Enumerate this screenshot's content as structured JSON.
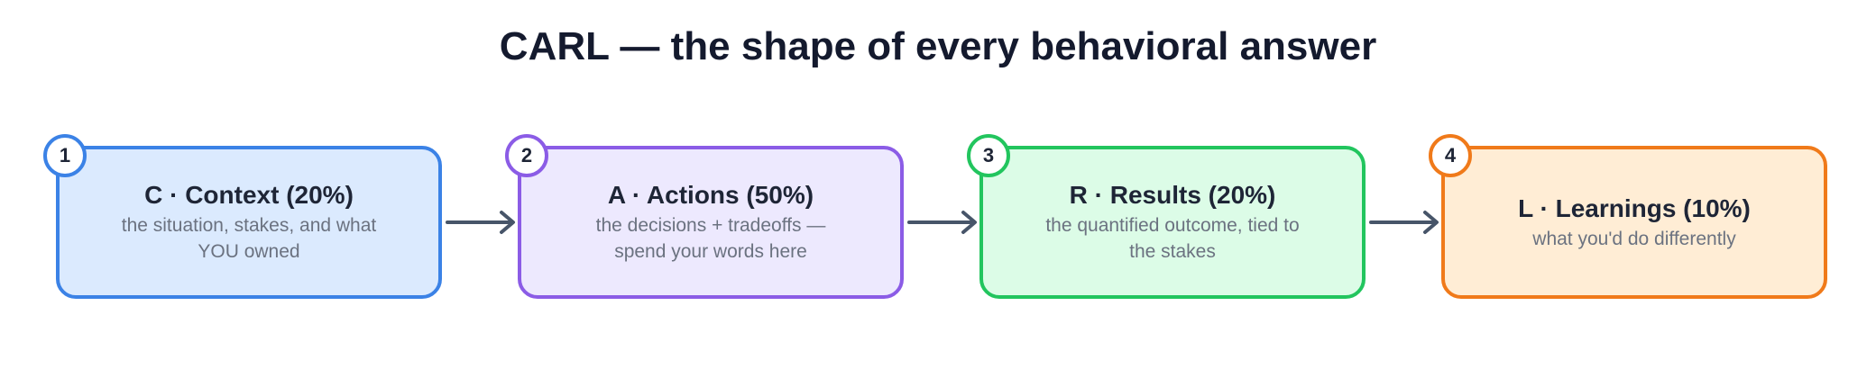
{
  "title": "CARL — the shape of every behavioral answer",
  "colors": {
    "text_dark": "#1e2536",
    "text_muted": "#6b7280",
    "arrow": "#475569"
  },
  "steps": [
    {
      "number": "1",
      "heading": "C · Context (20%)",
      "description": "the situation, stakes, and what YOU owned",
      "border_color": "#3b82e6",
      "fill_color": "#dbeafe"
    },
    {
      "number": "2",
      "heading": "A · Actions (50%)",
      "description": "the decisions + tradeoffs — spend your words here",
      "border_color": "#8b5ce6",
      "fill_color": "#ede9fe"
    },
    {
      "number": "3",
      "heading": "R · Results (20%)",
      "description": "the quantified outcome, tied to the stakes",
      "border_color": "#22c55e",
      "fill_color": "#dcfce7"
    },
    {
      "number": "4",
      "heading": "L · Learnings (10%)",
      "description": "what you'd do differently",
      "border_color": "#f07a1a",
      "fill_color": "#ffedd5"
    }
  ]
}
